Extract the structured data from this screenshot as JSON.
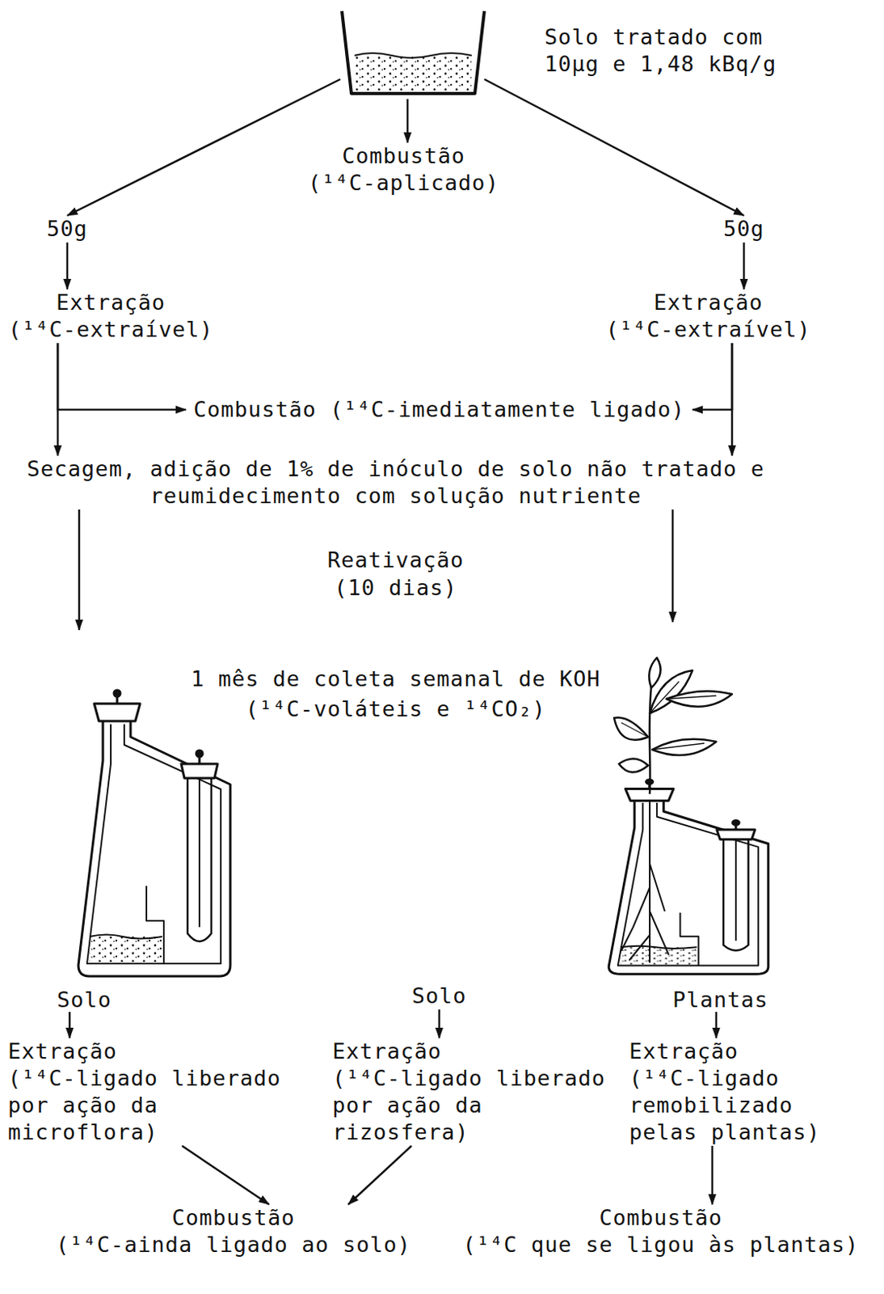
{
  "diagram": {
    "nodes": [
      {
        "text": [
          "Solo tratado com 10µg e 1,48 kBq/g"
        ]
      },
      {
        "text": [
          "Combustão",
          "(¹⁴C-aplicado)"
        ]
      },
      {
        "text": [
          "50g"
        ]
      },
      {
        "text": [
          "Extração",
          "(¹⁴C-extraível)"
        ]
      },
      {
        "text": [
          "50g"
        ]
      },
      {
        "text": [
          "Extração",
          "(¹⁴C-extraível)"
        ]
      },
      {
        "text": [
          "Combustão (¹⁴C-imediatamente ligado)"
        ]
      },
      {
        "text": [
          "Secagem, adição de 1% de inóculo de solo não tratado e reumidecimento com solução nutriente"
        ]
      },
      {
        "text": [
          "Solo"
        ]
      },
      {
        "text": [
          "Plantas"
        ]
      },
      {
        "text": [
          "Solo"
        ]
      },
      {
        "text": [
          "Extração",
          "(¹⁴C-ligado liberado por ação da microflora)"
        ]
      },
      {
        "text": [
          "Extração",
          "(¹⁴C-ligado liberado por ação da rizosfera)"
        ]
      },
      {
        "text": [
          "Extração",
          "(¹⁴C-ligado remobilizado pelas plantas)"
        ]
      },
      {
        "text": [
          "Combustão",
          "(¹⁴C-ainda ligado ao solo)"
        ]
      },
      {
        "text": [
          "Combustão",
          "(¹⁴C que se ligou às plantas)"
        ]
      }
    ],
    "edges": [
      {
        "from": 0,
        "to": 1,
        "arrow": "to"
      },
      {
        "from": 0,
        "to": 2,
        "arrow": "to"
      },
      {
        "from": 0,
        "to": 4,
        "arrow": "to"
      },
      {
        "from": 2,
        "to": 3,
        "arrow": "to"
      },
      {
        "from": 4,
        "to": 5,
        "arrow": "to"
      },
      {
        "from": 3,
        "to": 6,
        "arrow": "to"
      },
      {
        "from": 5,
        "to": 6,
        "arrow": "to"
      },
      {
        "from": 3,
        "to": 7,
        "arrow": "to"
      },
      {
        "from": 5,
        "to": 7,
        "arrow": "to"
      },
      {
        "from": 7,
        "to": 8,
        "arrow": "to"
      },
      {
        "from": 7,
        "to": 9,
        "arrow": "to"
      },
      {
        "from": 8,
        "to": 11,
        "arrow": "to"
      },
      {
        "from": 10,
        "to": 12,
        "arrow": "to"
      },
      {
        "from": 9,
        "to": 13,
        "arrow": "to"
      },
      {
        "from": 11,
        "to": 14,
        "arrow": "to"
      },
      {
        "from": 12,
        "to": 14,
        "arrow": "to"
      },
      {
        "from": 13,
        "to": 15,
        "arrow": "to"
      }
    ],
    "labels": [
      "Reativação",
      "(10 dias)",
      "1 mês de coleta semanal de KOH",
      "(¹⁴C-voláteis e ¹⁴CO₂)"
    ]
  }
}
